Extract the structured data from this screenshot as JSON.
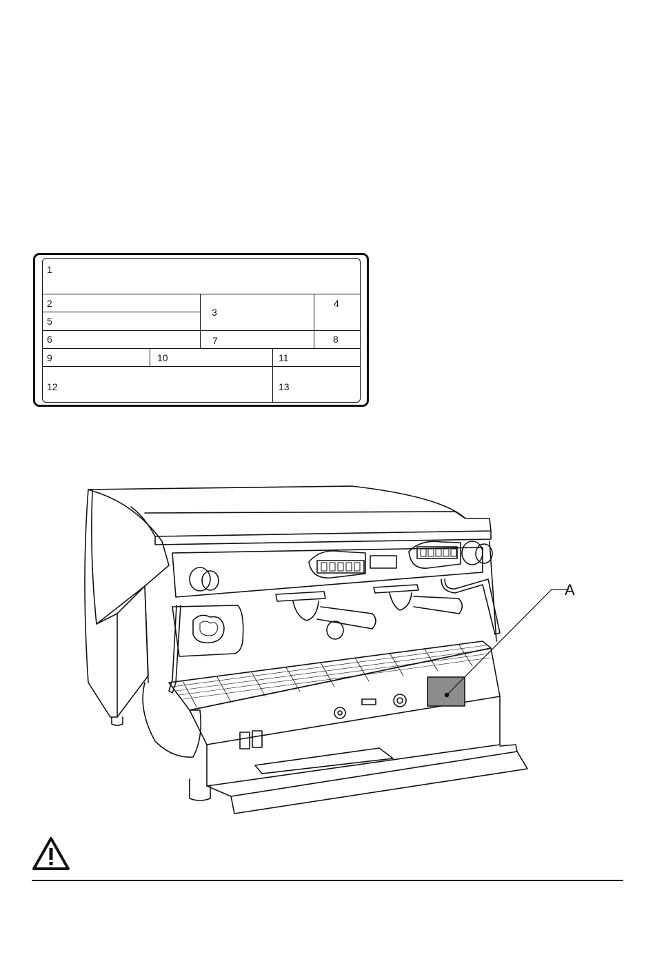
{
  "plate": {
    "fields": [
      "1",
      "2",
      "3",
      "4",
      "5",
      "6",
      "7",
      "8",
      "9",
      "10",
      "11",
      "12",
      "13"
    ]
  },
  "figure": {
    "callout_label": "A",
    "icons": [
      "espresso-machine-illustration",
      "warning-triangle-icon"
    ]
  }
}
